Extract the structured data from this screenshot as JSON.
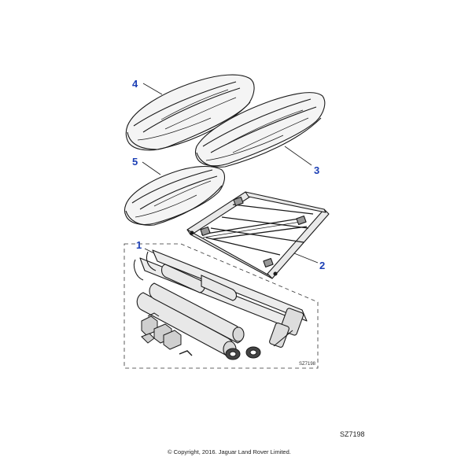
{
  "callouts": {
    "item1": "1",
    "item2": "2",
    "item3": "3",
    "item4": "4",
    "item5": "5"
  },
  "diagram_ref_inset": "SZ7198",
  "diagram_ref": "SZ7198",
  "copyright": "© Copyright, 2016. Jaguar Land Rover Limited."
}
